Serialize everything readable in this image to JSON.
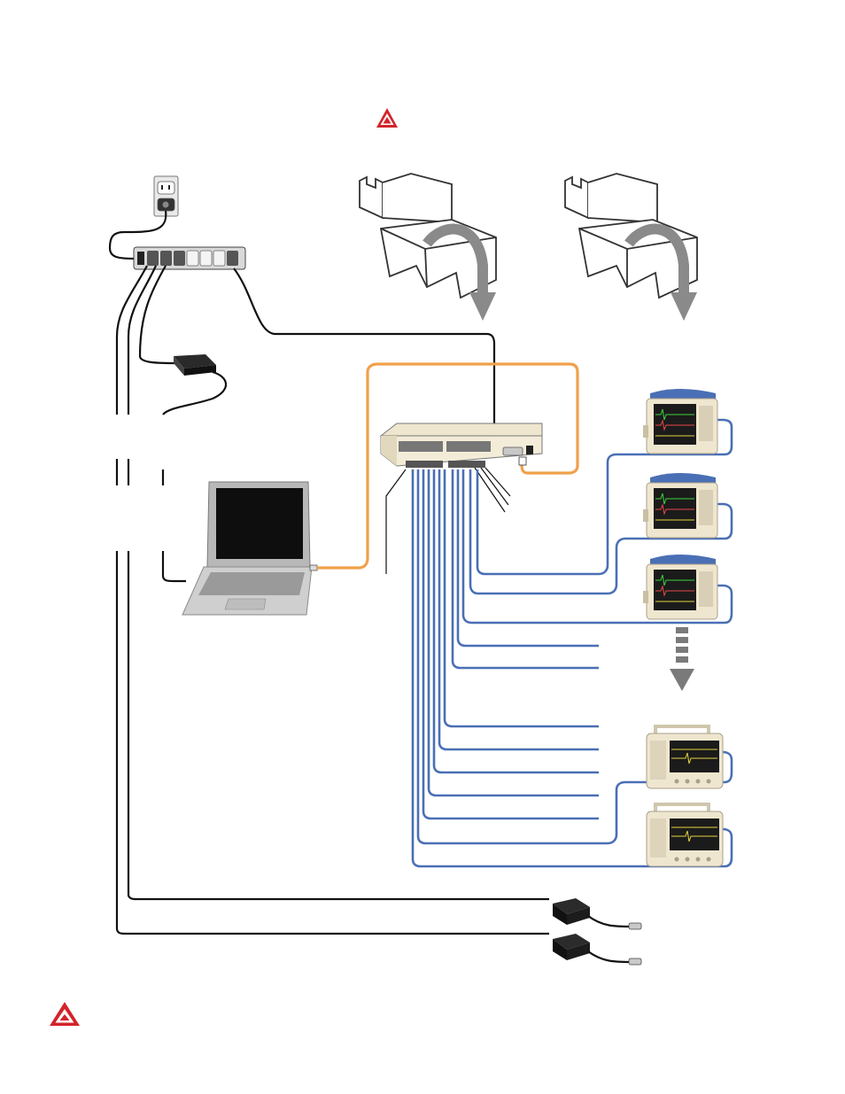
{
  "colors": {
    "warning_red": "#d4232a",
    "network_cable_blue": "#4a6fb5",
    "crossover_cable_orange": "#f0a04b",
    "power_cord_black": "#111111",
    "monitor_body": "#efe6cf",
    "monitor_screen": "#1b1b1b"
  },
  "icons": {
    "top_warning": "warning-triangle-icon",
    "bottom_warning": "warning-triangle-icon",
    "wall_outlet": "wall-outlet-icon",
    "power_strip": "power-strip-icon",
    "network_hub": "network-switch-icon",
    "laptop": "laptop-icon",
    "open_box": "open-box-icon",
    "down_arrow": "dashed-down-arrow-icon"
  },
  "components": {
    "open_boxes": 2,
    "propaq_monitors": 3,
    "wall_mount_monitors": 2,
    "power_adapters": 2,
    "hub_ports_connected": 14
  }
}
